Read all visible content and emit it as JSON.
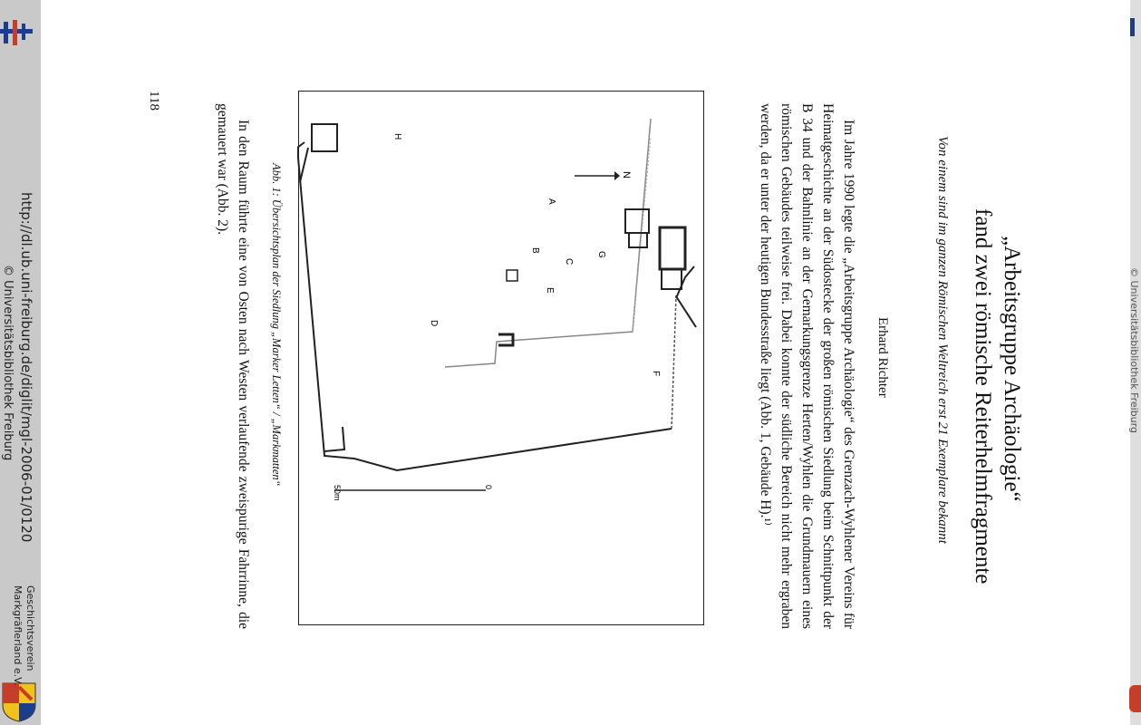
{
  "viewer": {
    "url": "http://dl.ub.uni-freiburg.de/diglit/mgl-2006-01/0120",
    "copyright": "© Universitätsbibliothek Freiburg",
    "society_line1": "Geschichtsverein",
    "society_line2": "Markgräflerland e.V.",
    "edge_text": "© Universitätsbibliothek Freiburg"
  },
  "article": {
    "title_line1": "„Arbeitsgruppe Archäologie“",
    "title_line2": "fand zwei römische Reiterhelmfragmente",
    "subtitle": "Von einem sind im ganzen Römischen Weltreich erst 21 Exemplare bekannt",
    "author": "Erhard Richter",
    "paragraph1": "Im Jahre 1990 legte die „Arbeitsgruppe Archäologie“ des Grenzach-Wyhlener Vereins für Heimatgeschichte an der Südostecke der großen römischen Siedlung beim Schnittpunkt der B 34 und der Bahnlinie an der Gemarkungsgrenze Herten/Wyhlen die Grundmauern eines römischen Gebäudes teilweise frei. Dabei konnte der südliche Bereich nicht mehr ergraben werden, da er unter der heutigen Bundesstraße liegt (Abb. 1, Gebäude H).¹⁾",
    "figure": {
      "caption": "Abb. 1:   Übersichtsplan der Siedlung „Marker Letten“ / „Markmatten“",
      "north_label": "N",
      "labels": {
        "A": "A",
        "B": "B",
        "C": "C",
        "D": "D",
        "E": "E",
        "F": "F",
        "G": "G",
        "H": "H"
      },
      "scale_start": "0",
      "scale_end": "50m"
    },
    "paragraph2": "In den Raum führte eine von Osten nach Westen verlaufende zweispurige Fahrrinne, die gemauert war (Abb. 2).",
    "page_number": "118"
  },
  "colors": {
    "sidebar": "#c9c9c9",
    "logo_blue": "#1c3c8c",
    "logo_red": "#c63d2a"
  }
}
